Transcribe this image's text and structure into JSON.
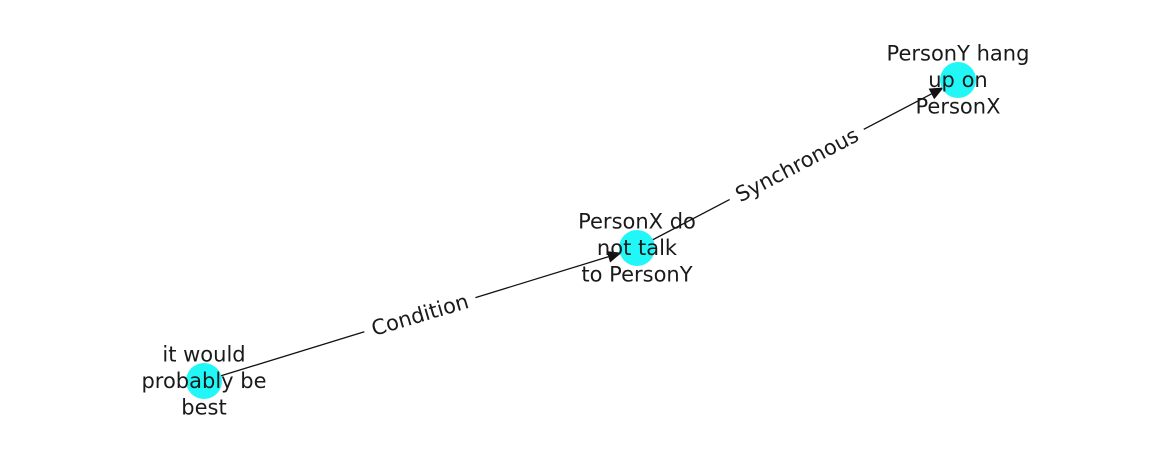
{
  "graph": {
    "colors": {
      "node_fill": "#22f7f7",
      "edge_stroke": "#111111",
      "label_text": "#1a1a1a",
      "edge_label_bg": "#ffffff"
    },
    "nodes": [
      {
        "id": "n1",
        "lines": [
          "it would",
          "probably be",
          "best"
        ]
      },
      {
        "id": "n2",
        "lines": [
          "PersonX do",
          "not talk",
          "to PersonY"
        ]
      },
      {
        "id": "n3",
        "lines": [
          "PersonY hang",
          "up on",
          "PersonX"
        ]
      }
    ],
    "edges": [
      {
        "from": "n1",
        "to": "n2",
        "label": "Condition"
      },
      {
        "from": "n2",
        "to": "n3",
        "label": "Synchronous"
      }
    ]
  }
}
